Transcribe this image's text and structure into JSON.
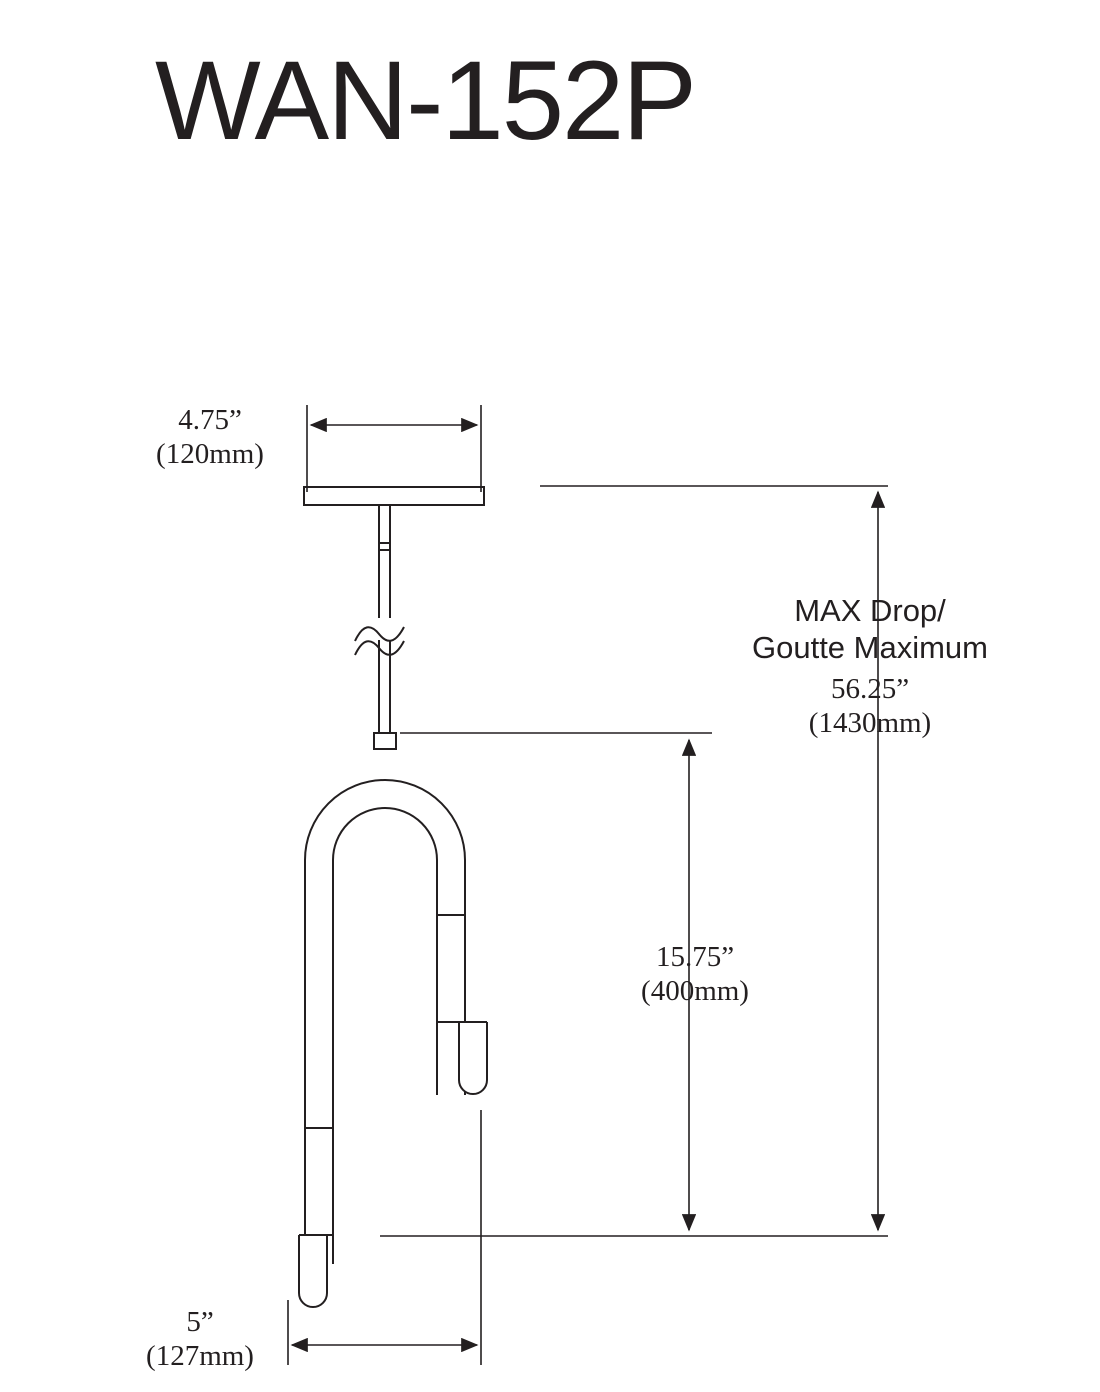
{
  "title": "WAN-152P",
  "dimensions": {
    "canopy_width": {
      "inches": "4.75”",
      "mm": "(120mm)"
    },
    "fixture_width": {
      "inches": "5”",
      "mm": "(127mm)"
    },
    "fixture_height": {
      "inches": "15.75”",
      "mm": "(400mm)"
    },
    "max_drop": {
      "label_line1": "MAX Drop/",
      "label_line2": "Goutte Maximum",
      "inches": "56.25”",
      "mm": "(1430mm)"
    }
  },
  "colors": {
    "ink": "#231f20",
    "background": "#ffffff"
  }
}
